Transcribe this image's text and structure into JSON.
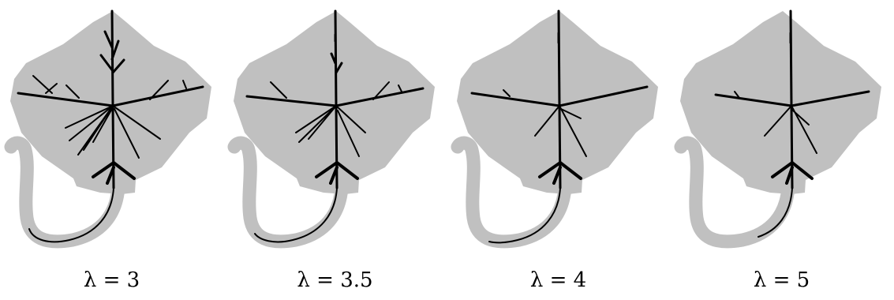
{
  "figure": {
    "panels": [
      {
        "caption": "λ = 3"
      },
      {
        "caption": "λ = 3.5"
      },
      {
        "caption": "λ = 4"
      },
      {
        "caption": "λ = 5"
      }
    ]
  }
}
